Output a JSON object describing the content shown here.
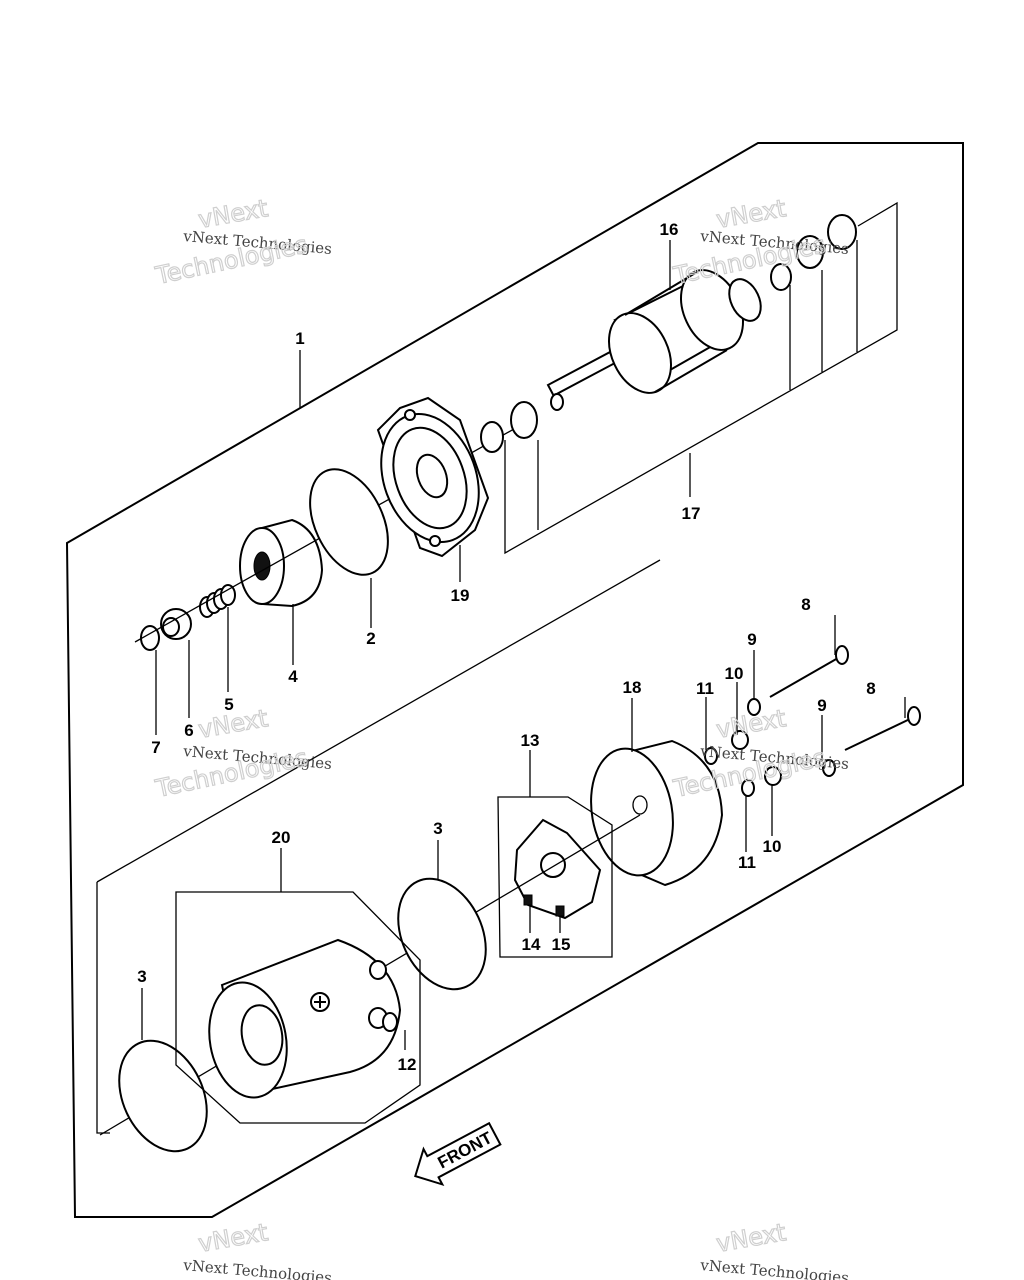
{
  "labels": {
    "l1": "1",
    "l2": "2",
    "l3a": "3",
    "l3b": "3",
    "l4": "4",
    "l5": "5",
    "l6": "6",
    "l7": "7",
    "l8a": "8",
    "l8b": "8",
    "l9a": "9",
    "l9b": "9",
    "l10a": "10",
    "l10b": "10",
    "l11a": "11",
    "l11b": "11",
    "l12": "12",
    "l13": "13",
    "l14": "14",
    "l15": "15",
    "l16": "16",
    "l17": "17",
    "l18": "18",
    "l19": "19",
    "l20": "20"
  },
  "front_arrow": "FRONT",
  "watermark": {
    "brand": "vNext",
    "line1": "vNext Technologies",
    "line2": "Technologies"
  }
}
